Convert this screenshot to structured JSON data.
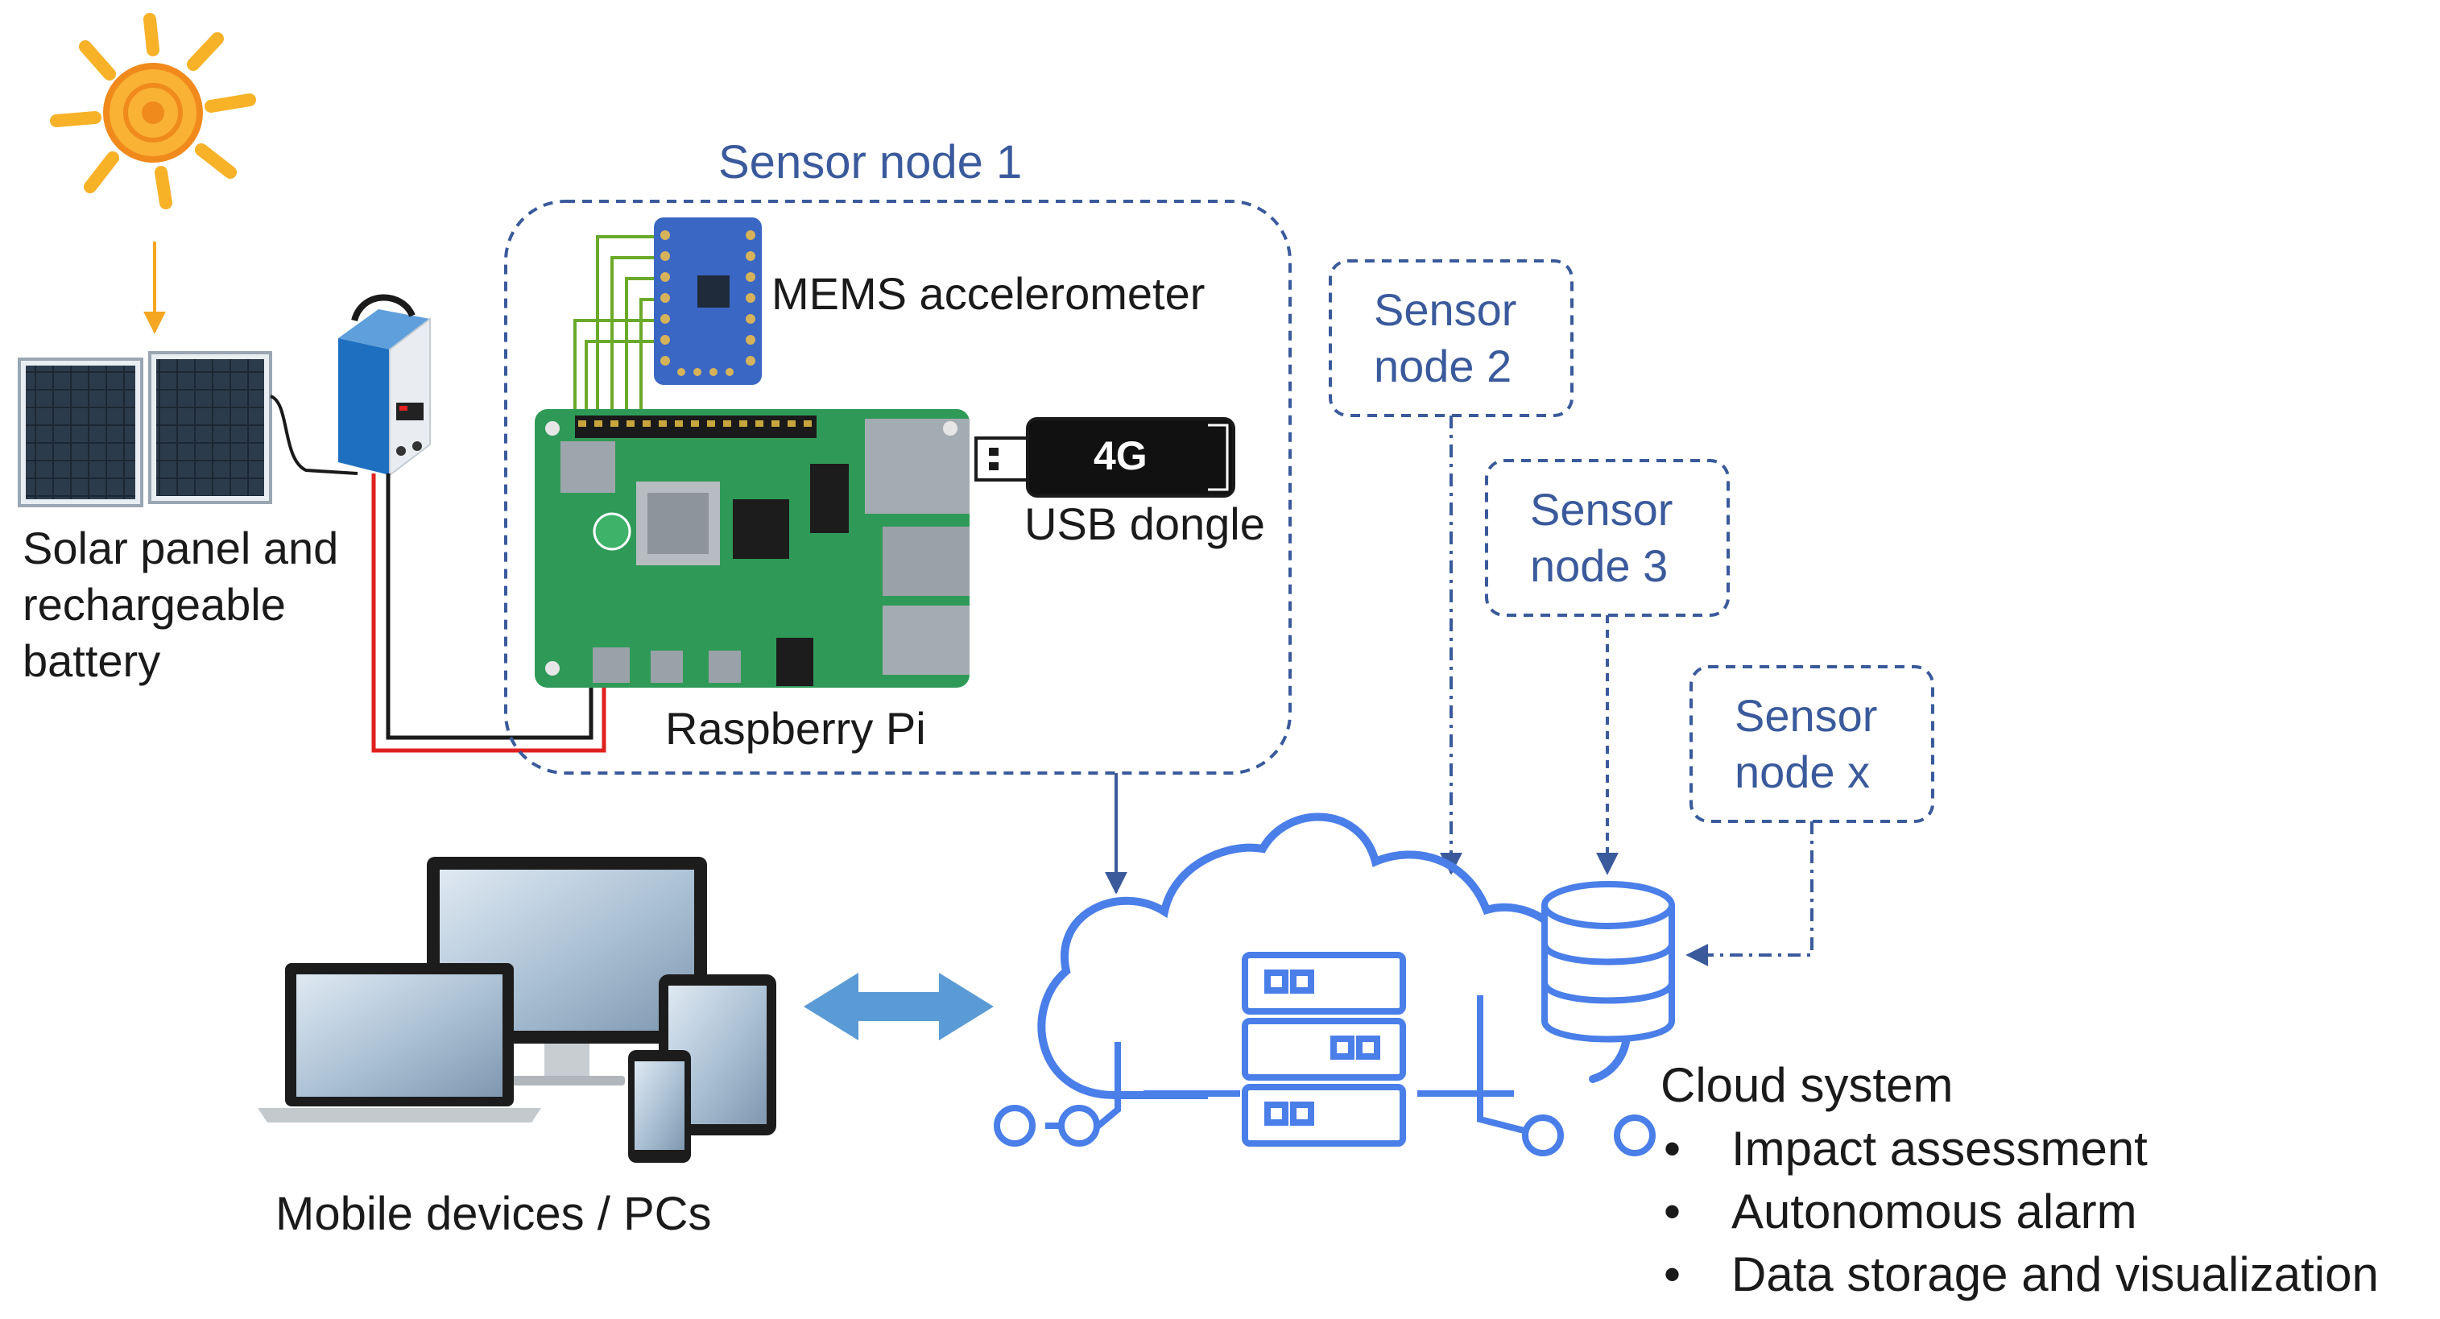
{
  "labels": {
    "sensor_node_1": "Sensor node 1",
    "mems_accelerometer": "MEMS accelerometer",
    "dongle_badge": "4G",
    "usb_dongle": "USB dongle",
    "raspberry_pi": "Raspberry Pi",
    "solar_line1": "Solar panel and",
    "solar_line2": "rechargeable",
    "solar_line3": "battery",
    "sensor_node_2_line1": "Sensor",
    "sensor_node_2_line2": "node 2",
    "sensor_node_3_line1": "Sensor",
    "sensor_node_3_line2": "node 3",
    "sensor_node_x_line1": "Sensor",
    "sensor_node_x_line2": "node x",
    "mobile_devices": "Mobile devices / PCs",
    "cloud_system": "Cloud system"
  },
  "cloud_functions": [
    "Impact assessment",
    "Autonomous alarm",
    "Data storage and visualization"
  ],
  "colors": {
    "node_blue": "#3a5a9c",
    "cloud_blue": "#4a7ee8",
    "arrow_blue": "#5b9bd5",
    "sun_orange": "#f5a623",
    "board_green": "#2f9a57",
    "wire_red": "#e02020",
    "wire_black": "#1a1a1a"
  }
}
